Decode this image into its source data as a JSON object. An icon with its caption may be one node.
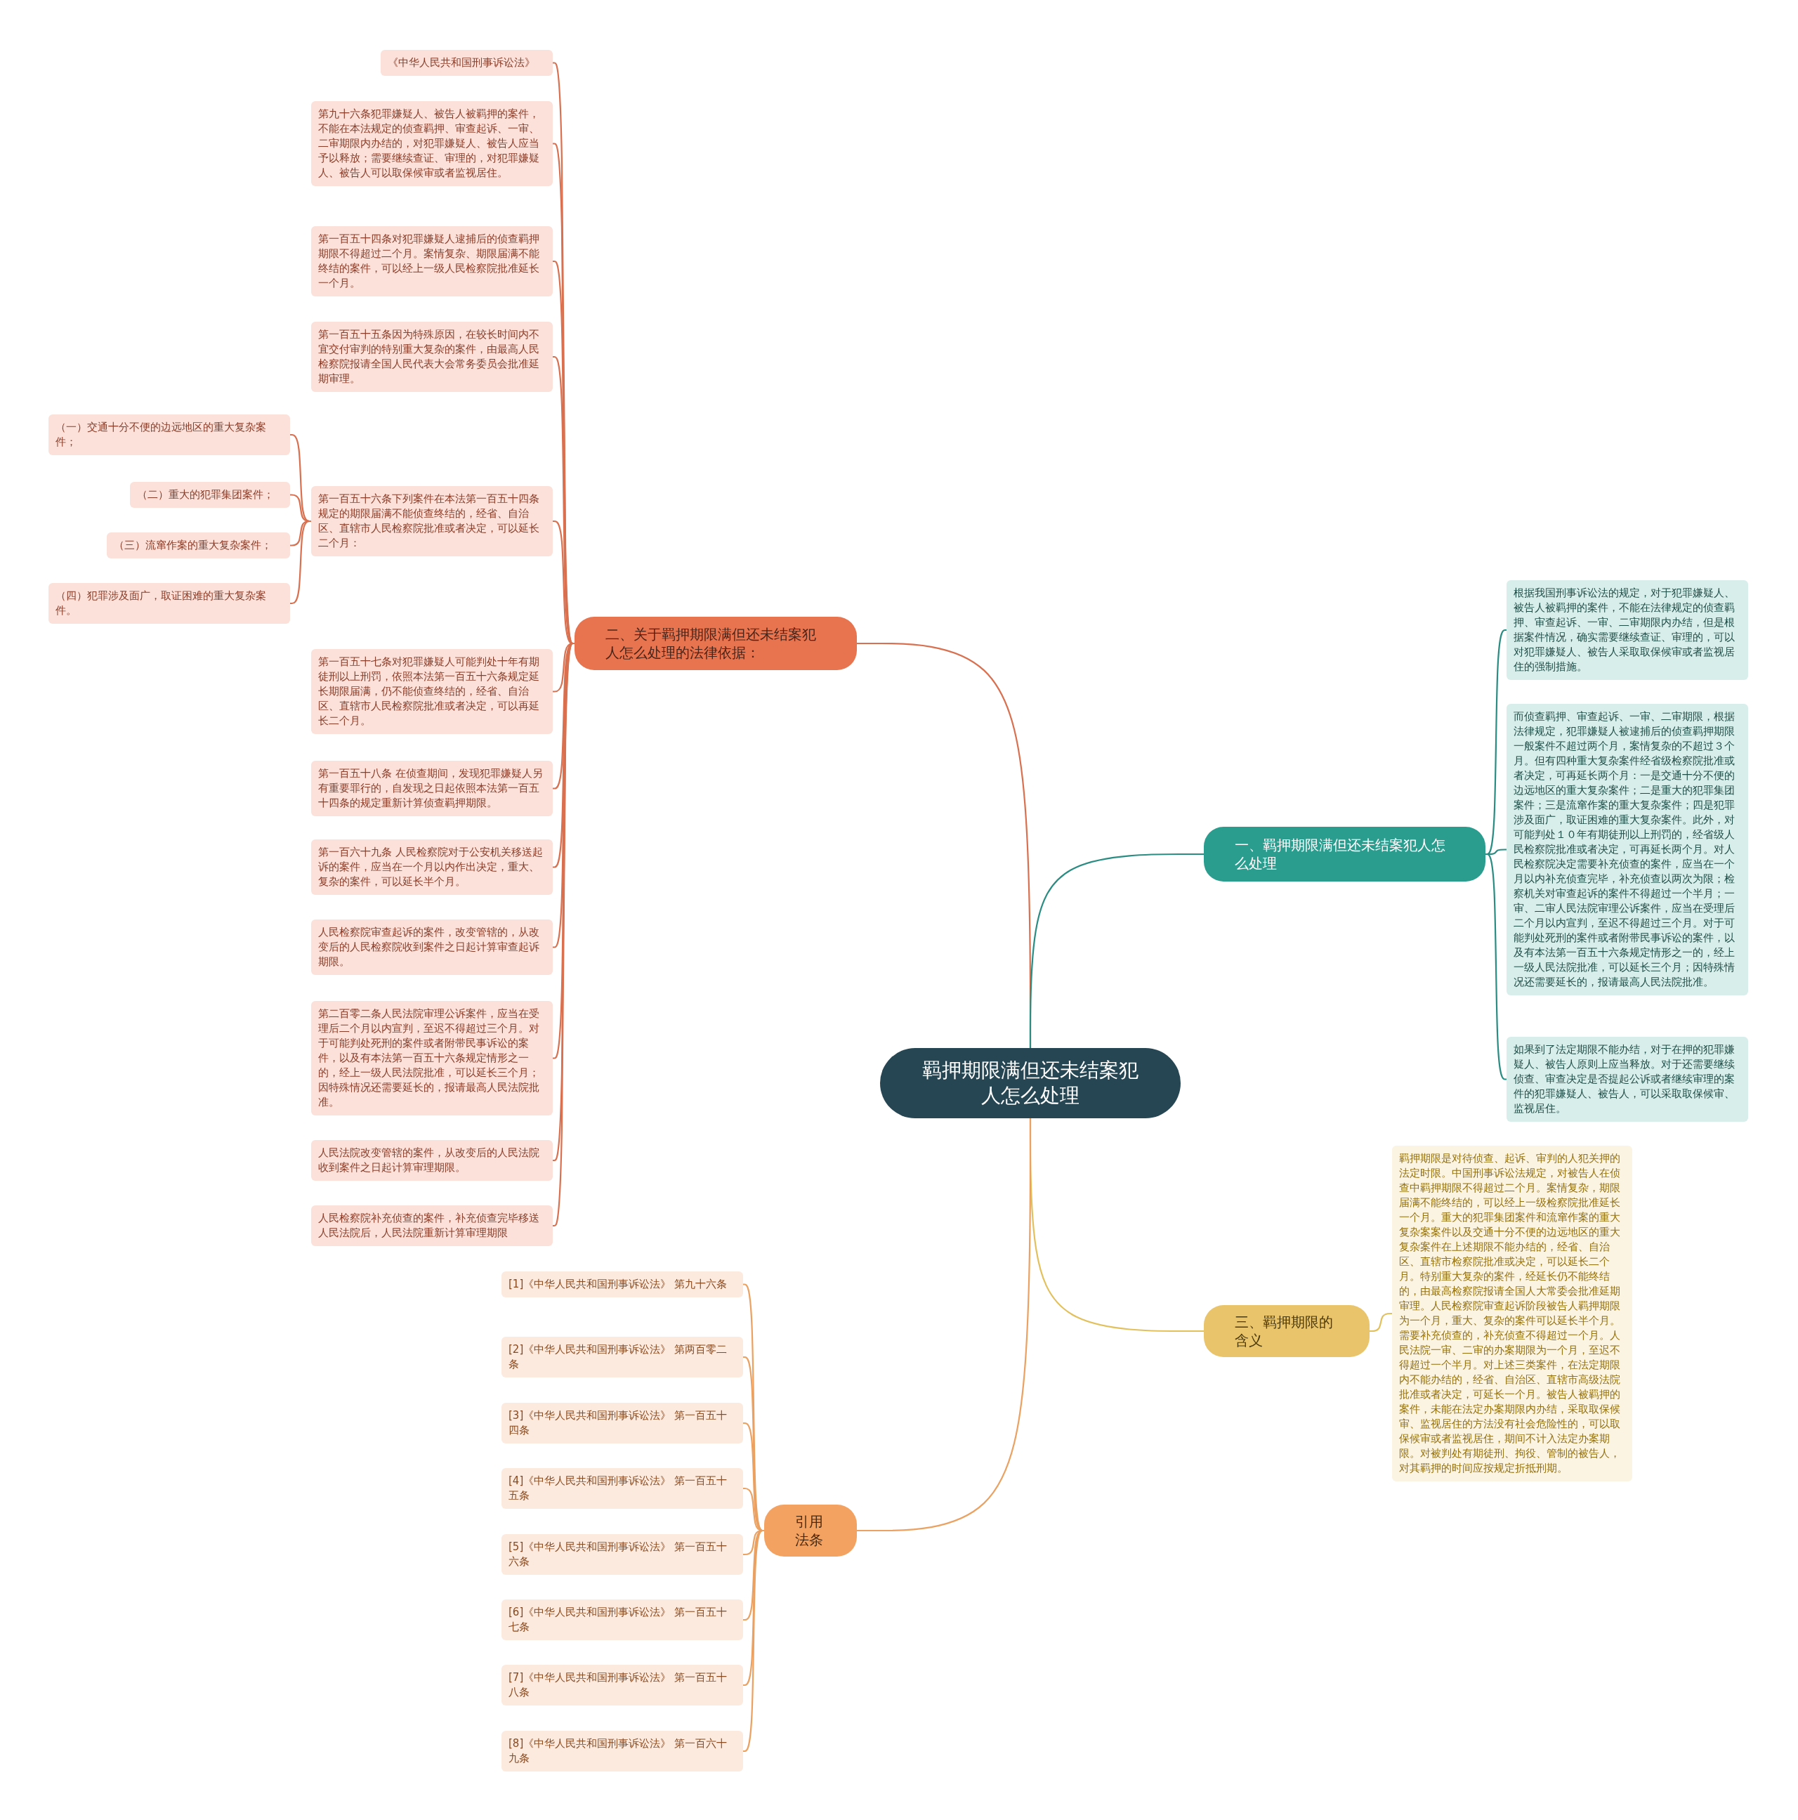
{
  "diagram": {
    "nodes": [
      {
        "text": [
          "羁押期限满但还未结案犯人怎么处理"
        ]
      },
      {
        "text": [
          "二、关于羁押期限满但还未结案犯人怎么处理的法律依据："
        ]
      },
      {
        "text": [
          "《中华人民共和国刑事诉讼法》"
        ]
      },
      {
        "text": [
          "第九十六条犯罪嫌疑人、被告人被羁押的案件，不能在本法规定的侦查羁押、审查起诉、一审、二审期限内办结的，对犯罪嫌疑人、被告人应当予以释放；需要继续查证、审理的，对犯罪嫌疑人、被告人可以取保候审或者监视居住。"
        ]
      },
      {
        "text": [
          "第一百五十四条对犯罪嫌疑人逮捕后的侦查羁押期限不得超过二个月。案情复杂、期限届满不能终结的案件，可以经上一级人民检察院批准延长一个月。"
        ]
      },
      {
        "text": [
          "第一百五十五条因为特殊原因，在较长时间内不宜交付审判的特别重大复杂的案件，由最高人民检察院报请全国人民代表大会常务委员会批准延期审理。"
        ]
      },
      {
        "text": [
          "第一百五十六条下列案件在本法第一百五十四条规定的期限届满不能侦查终结的，经省、自治区、直辖市人民检察院批准或者决定，可以延长二个月："
        ]
      },
      {
        "text": [
          "（一）交通十分不便的边远地区的重大复杂案件；"
        ]
      },
      {
        "text": [
          "（二）重大的犯罪集团案件；"
        ]
      },
      {
        "text": [
          "（三）流窜作案的重大复杂案件；"
        ]
      },
      {
        "text": [
          "（四）犯罪涉及面广，取证困难的重大复杂案件。"
        ]
      },
      {
        "text": [
          "第一百五十七条对犯罪嫌疑人可能判处十年有期徒刑以上刑罚，依照本法第一百五十六条规定延长期限届满，仍不能侦查终结的，经省、自治区、直辖市人民检察院批准或者决定，可以再延长二个月。"
        ]
      },
      {
        "text": [
          "第一百五十八条 在侦查期间，发现犯罪嫌疑人另有重要罪行的，自发现之日起依照本法第一百五十四条的规定重新计算侦查羁押期限。"
        ]
      },
      {
        "text": [
          "第一百六十九条 人民检察院对于公安机关移送起诉的案件，应当在一个月以内作出决定，重大、复杂的案件，可以延长半个月。"
        ]
      },
      {
        "text": [
          "人民检察院审查起诉的案件，改变管辖的，从改变后的人民检察院收到案件之日起计算审查起诉期限。"
        ]
      },
      {
        "text": [
          "第二百零二条人民法院审理公诉案件，应当在受理后二个月以内宣判，至迟不得超过三个月。对于可能判处死刑的案件或者附带民事诉讼的案件，以及有本法第一百五十六条规定情形之一的，经上一级人民法院批准，可以延长三个月；因特殊情况还需要延长的，报请最高人民法院批准。"
        ]
      },
      {
        "text": [
          "人民法院改变管辖的案件，从改变后的人民法院收到案件之日起计算审理期限。"
        ]
      },
      {
        "text": [
          "人民检察院补充侦查的案件，补充侦查完毕移送人民法院后，人民法院重新计算审理期限"
        ]
      },
      {
        "text": [
          "一、羁押期限满但还未结案犯人怎么处理"
        ]
      },
      {
        "text": [
          "根据我国刑事诉讼法的规定，对于犯罪嫌疑人、被告人被羁押的案件，不能在法律规定的侦查羁押、审查起诉、一审、二审期限内办结，但是根据案件情况，确实需要继续查证、审理的，可以对犯罪嫌疑人、被告人采取取保候审或者监视居住的强制措施。"
        ]
      },
      {
        "text": [
          "而侦查羁押、审查起诉、一审、二审期限，根据法律规定，犯罪嫌疑人被逮捕后的侦查羁押期限一般案件不超过两个月，案情复杂的不超过３个月。但有四种重大复杂案件经省级检察院批准或者决定，可再延长两个月：一是交通十分不便的边远地区的重大复杂案件；二是重大的犯罪集团案件；三是流窜作案的重大复杂案件；四是犯罪涉及面广，取证困难的重大复杂案件。此外，对可能判处１０年有期徒刑以上刑罚的，经省级人民检察院批准或者决定，可再延长两个月。对人民检察院决定需要补充侦查的案件，应当在一个月以内补充侦查完毕，补充侦查以两次为限；检察机关对审查起诉的案件不得超过一个半月；一审、二审人民法院审理公诉案件，应当在受理后二个月以内宣判，至迟不得超过三个月。对于可能判处死刑的案件或者附带民事诉讼的案件，以及有本法第一百五十六条规定情形之一的，经上一级人民法院批准，可以延长三个月；因特殊情况还需要延长的，报请最高人民法院批准。"
        ]
      },
      {
        "text": [
          "如果到了法定期限不能办结，对于在押的犯罪嫌疑人、被告人原则上应当释放。对于还需要继续侦查、审查决定是否提起公诉或者继续审理的案件的犯罪嫌疑人、被告人，可以采取取保候审、监视居住。"
        ]
      },
      {
        "text": [
          "三、羁押期限的含义"
        ]
      },
      {
        "text": [
          "羁押期限是对待侦查、起诉、审判的人犯关押的法定时限。中国刑事诉讼法规定，对被告人在侦查中羁押期限不得超过二个月。案情复杂，期限届满不能终结的，可以经上一级检察院批准延长一个月。重大的犯罪集团案件和流窜作案的重大复杂案案件以及交通十分不便的边远地区的重大复杂案件在上述期限不能办结的，经省、自治区、直辖市检察院批准或决定，可以延长二个月。特别重大复杂的案件，经延长仍不能终结的，由最高检察院报请全国人大常委会批准延期审理。人民检察院审查起诉阶段被告人羁押期限为一个月，重大、复杂的案件可以延长半个月。需要补充侦查的，补充侦查不得超过一个月。人民法院一审、二审的办案期限为一个月，至迟不得超过一个半月。对上述三类案件，在法定期限内不能办结的，经省、自治区、直辖市高级法院批准或者决定，可延长一个月。被告人被羁押的案件，未能在法定办案期限内办结，采取取保候审、监视居住的方法没有社会危险性的，可以取保候审或者监视居住，期间不计入法定办案期限。对被判处有期徒刑、拘役、管制的被告人，对其羁押的时间应按规定折抵刑期。"
        ]
      },
      {
        "text": [
          "引用法条"
        ]
      },
      {
        "text": [
          "[1]《中华人民共和国刑事诉讼法》 第九十六条"
        ]
      },
      {
        "text": [
          "[2]《中华人民共和国刑事诉讼法》 第两百零二条"
        ]
      },
      {
        "text": [
          "[3]《中华人民共和国刑事诉讼法》 第一百五十四条"
        ]
      },
      {
        "text": [
          "[4]《中华人民共和国刑事诉讼法》 第一百五十五条"
        ]
      },
      {
        "text": [
          "[5]《中华人民共和国刑事诉讼法》 第一百五十六条"
        ]
      },
      {
        "text": [
          "[6]《中华人民共和国刑事诉讼法》 第一百五十七条"
        ]
      },
      {
        "text": [
          "[7]《中华人民共和国刑事诉讼法》 第一百五十八条"
        ]
      },
      {
        "text": [
          "[8]《中华人民共和国刑事诉讼法》 第一百六十九条"
        ]
      }
    ],
    "edges": [
      {
        "from": 0,
        "to": 1,
        "arrow": "none"
      },
      {
        "from": 1,
        "to": 2,
        "arrow": "none"
      },
      {
        "from": 1,
        "to": 3,
        "arrow": "none"
      },
      {
        "from": 1,
        "to": 4,
        "arrow": "none"
      },
      {
        "from": 1,
        "to": 5,
        "arrow": "none"
      },
      {
        "from": 1,
        "to": 6,
        "arrow": "none"
      },
      {
        "from": 6,
        "to": 7,
        "arrow": "none"
      },
      {
        "from": 6,
        "to": 8,
        "arrow": "none"
      },
      {
        "from": 6,
        "to": 9,
        "arrow": "none"
      },
      {
        "from": 6,
        "to": 10,
        "arrow": "none"
      },
      {
        "from": 1,
        "to": 11,
        "arrow": "none"
      },
      {
        "from": 1,
        "to": 12,
        "arrow": "none"
      },
      {
        "from": 1,
        "to": 13,
        "arrow": "none"
      },
      {
        "from": 1,
        "to": 14,
        "arrow": "none"
      },
      {
        "from": 1,
        "to": 15,
        "arrow": "none"
      },
      {
        "from": 1,
        "to": 16,
        "arrow": "none"
      },
      {
        "from": 1,
        "to": 17,
        "arrow": "none"
      },
      {
        "from": 0,
        "to": 18,
        "arrow": "none",
        "color": "#2a8c82"
      },
      {
        "from": 18,
        "to": 19,
        "arrow": "none",
        "color": "#2a8c82"
      },
      {
        "from": 18,
        "to": 20,
        "arrow": "none",
        "color": "#2a8c82"
      },
      {
        "from": 18,
        "to": 21,
        "arrow": "none",
        "color": "#2a8c82"
      },
      {
        "from": 0,
        "to": 22,
        "arrow": "none",
        "color": "#e2c05e"
      },
      {
        "from": 22,
        "to": 23,
        "arrow": "none",
        "color": "#e2c05e"
      },
      {
        "from": 0,
        "to": 24,
        "arrow": "none",
        "color": "#eaa161"
      },
      {
        "from": 24,
        "to": 25,
        "arrow": "none",
        "color": "#eaa161"
      },
      {
        "from": 24,
        "to": 26,
        "arrow": "none",
        "color": "#eaa161"
      },
      {
        "from": 24,
        "to": 27,
        "arrow": "none",
        "color": "#eaa161"
      },
      {
        "from": 24,
        "to": 28,
        "arrow": "none",
        "color": "#eaa161"
      },
      {
        "from": 24,
        "to": 29,
        "arrow": "none",
        "color": "#eaa161"
      },
      {
        "from": 24,
        "to": 30,
        "arrow": "none",
        "color": "#eaa161"
      },
      {
        "from": 24,
        "to": 31,
        "arrow": "none",
        "color": "#eaa161"
      },
      {
        "from": 24,
        "to": 32,
        "arrow": "none",
        "color": "#eaa161"
      }
    ]
  }
}
